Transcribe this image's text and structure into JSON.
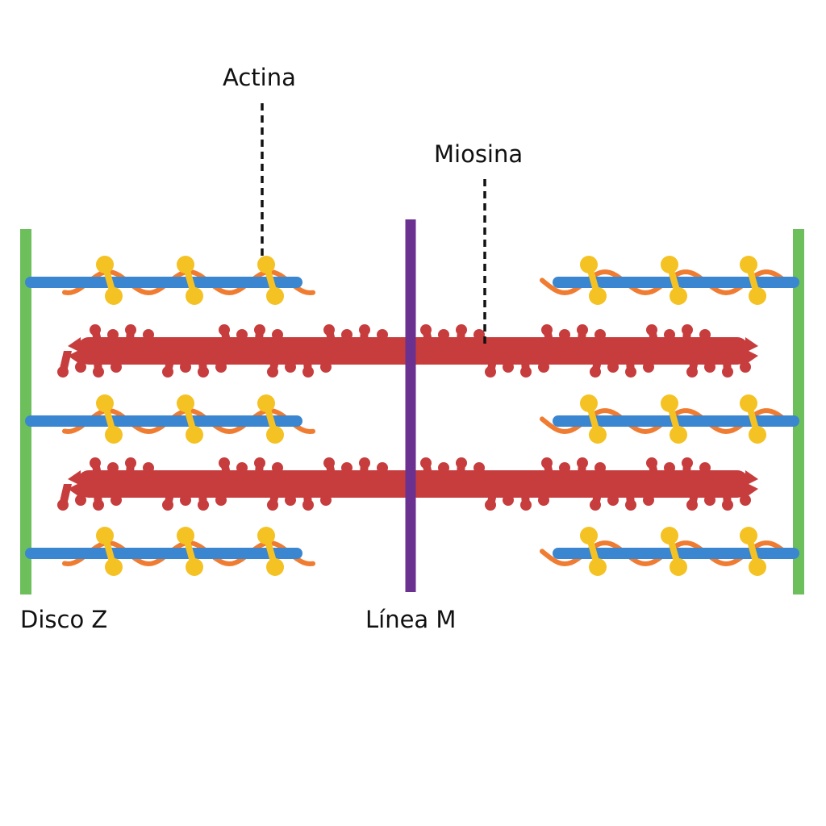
{
  "labels": {
    "actin": "Actina",
    "myosin": "Miosina",
    "z_disc": "Disco Z",
    "m_line": "Línea M"
  },
  "colors": {
    "z_disc": "#6cbf5b",
    "m_line": "#6a3191",
    "myosin": "#c73d3d",
    "actin_core": "#3b86d0",
    "tropomyosin": "#f07c32",
    "troponin": "#f5c223",
    "leader": "#111111",
    "background": "#ffffff"
  }
}
